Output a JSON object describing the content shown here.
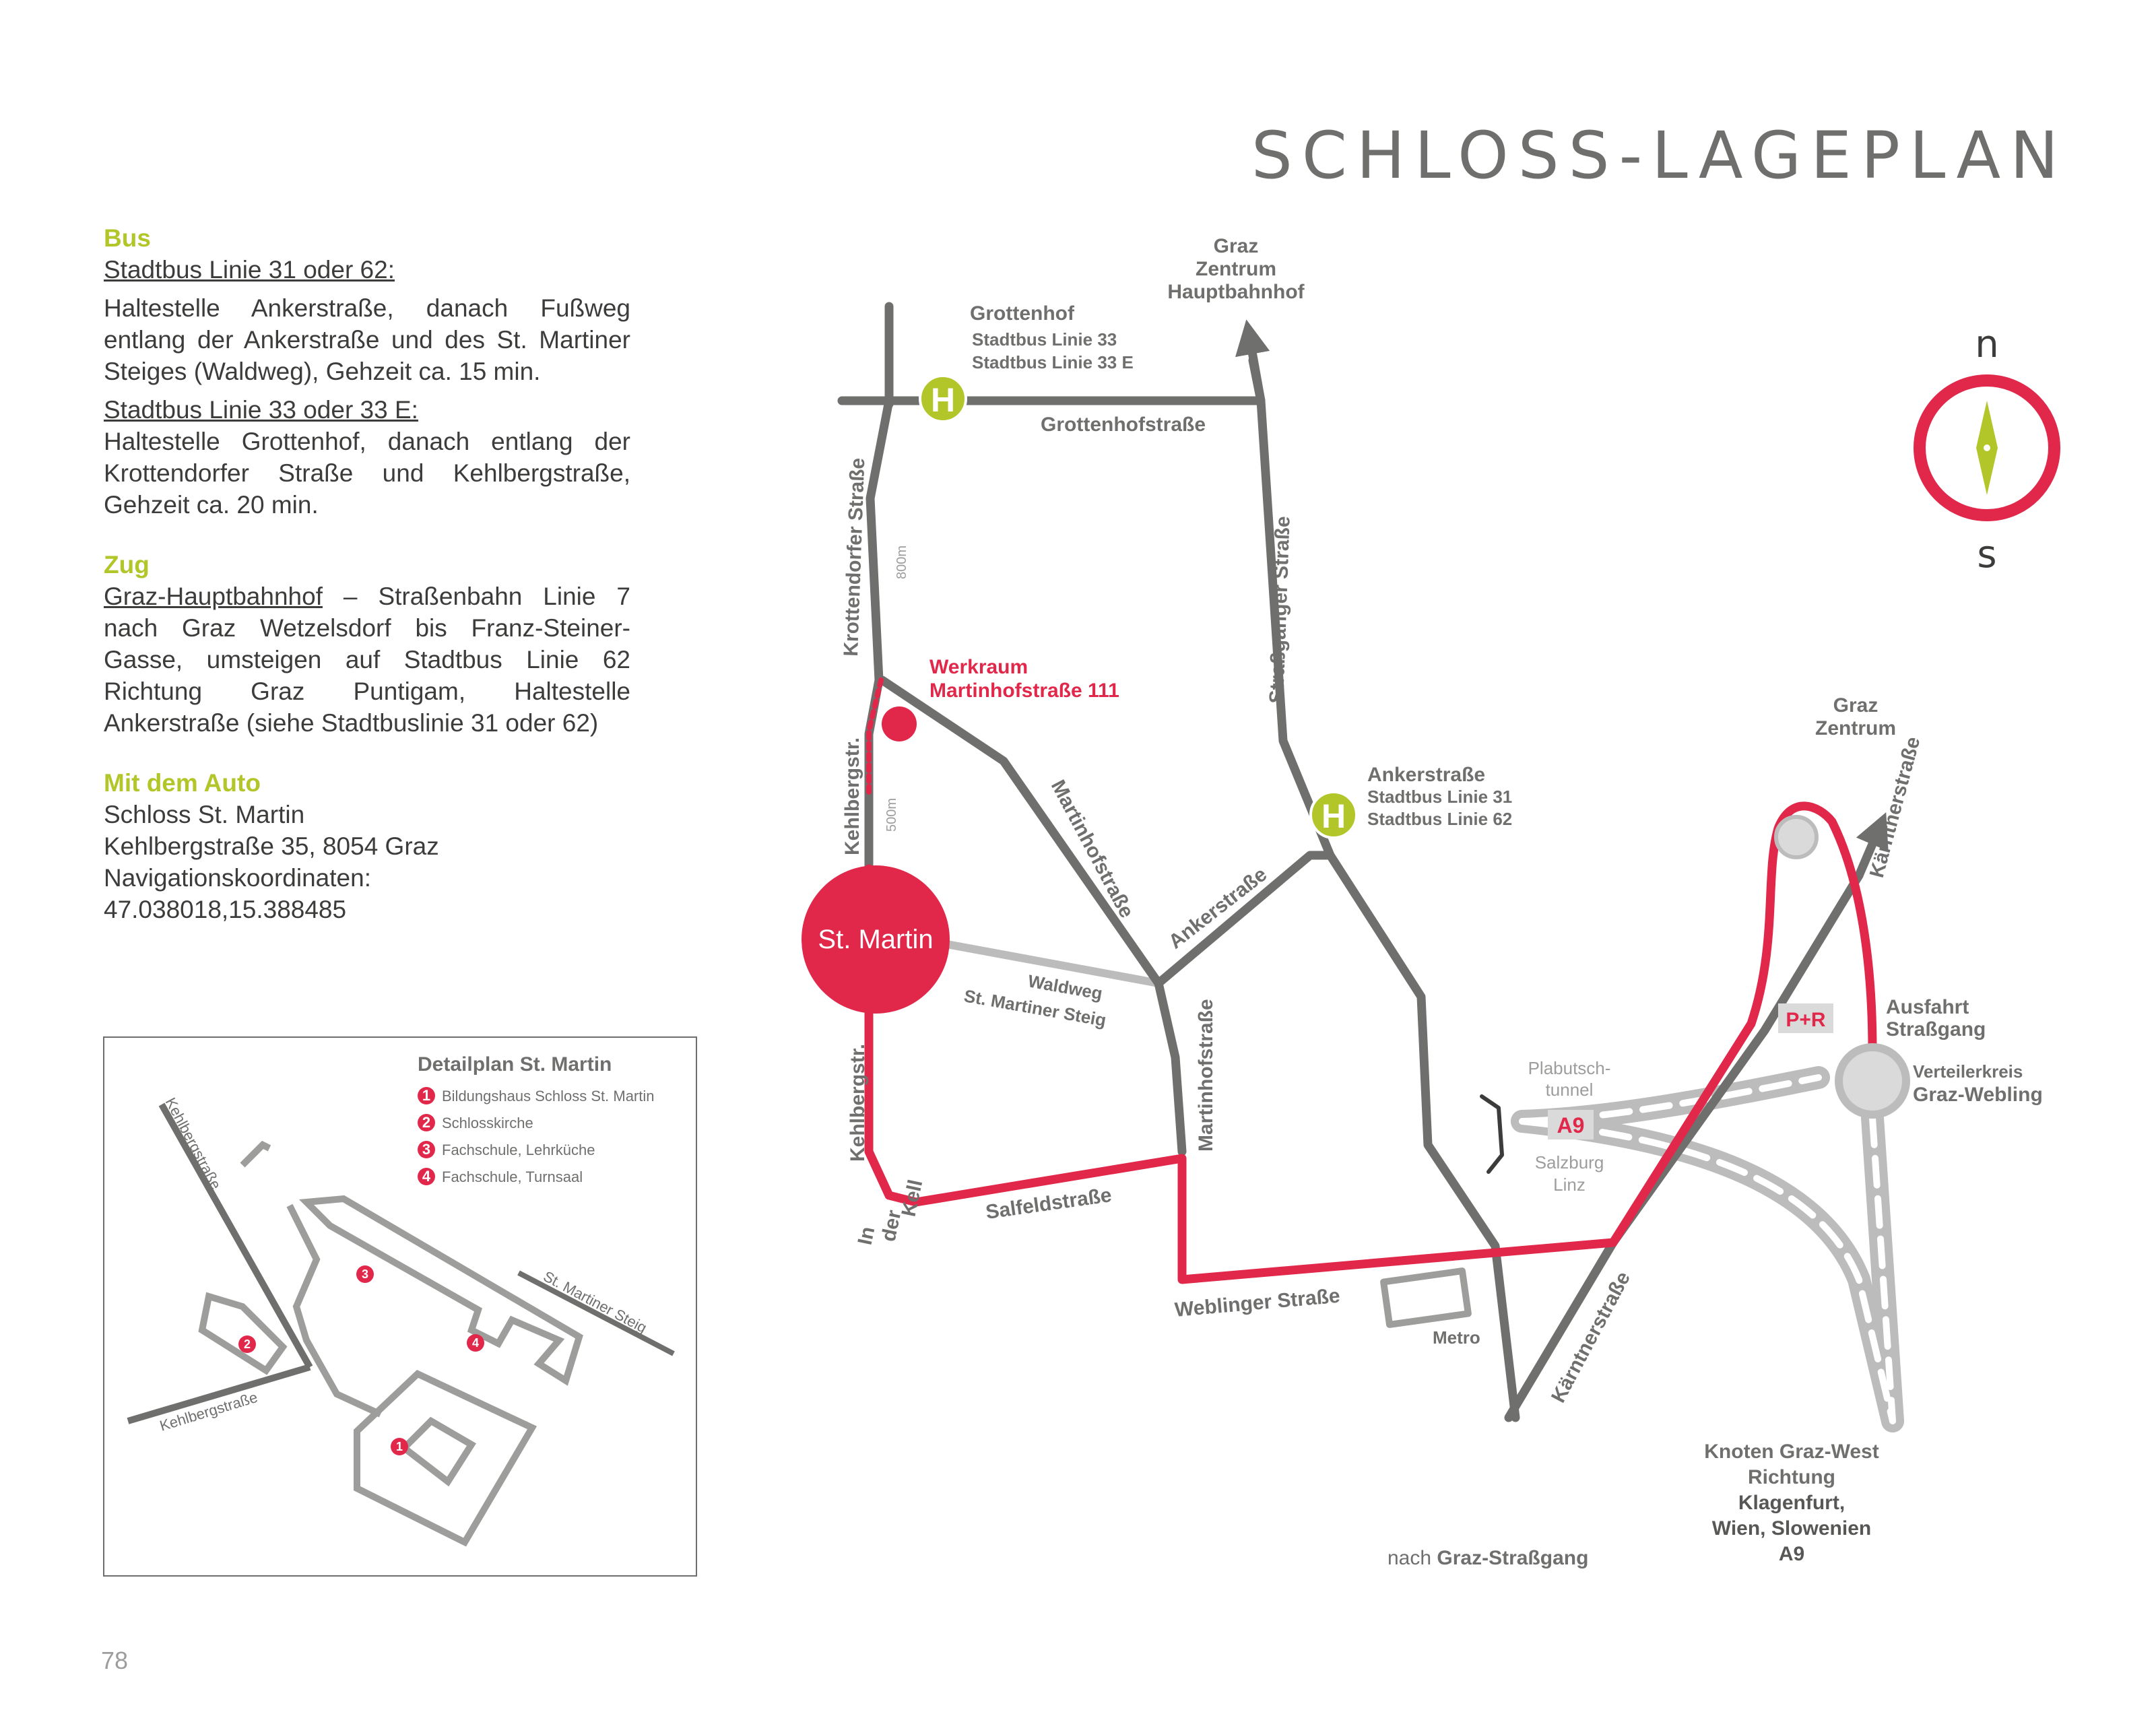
{
  "page_title": "SCHLOSS-LAGEPLAN",
  "page_number": "78",
  "info": {
    "bus_heading": "Bus",
    "bus_line1_title": "Stadtbus Linie 31 oder 62:",
    "bus_line1_text": "Haltestelle Ankerstraße, danach Fußweg entlang der Ankerstraße und des St. Martiner Steiges (Waldweg), Gehzeit ca. 15 min.",
    "bus_line2_title": "Stadtbus Linie 33 oder 33 E:",
    "bus_line2_text": "Haltestelle Grottenhof, danach entlang der Krottendorfer Straße und Kehlbergstraße, Gehzeit ca. 20 min.",
    "train_heading": "Zug",
    "train_link": "Graz-Hauptbahnhof",
    "train_text": " – Straßenbahn Linie 7 nach Graz Wetzelsdorf bis Franz-Steiner-Gasse, umsteigen auf Stadtbus Linie 62 Richtung Graz Puntigam, Haltestelle Ankerstraße (siehe Stadtbuslinie 31 oder 62)",
    "car_heading": "Mit dem Auto",
    "car_lines": [
      "Schloss St. Martin",
      "Kehlbergstraße 35, 8054 Graz",
      "Navigationskoordinaten:",
      "47.038018,15.388485"
    ]
  },
  "detail_plan": {
    "title": "Detailplan St. Martin",
    "legend": [
      {
        "num": "1",
        "label": "Bildungshaus Schloss St. Martin"
      },
      {
        "num": "2",
        "label": "Schlosskirche"
      },
      {
        "num": "3",
        "label": "Fachschule, Lehrküche"
      },
      {
        "num": "4",
        "label": "Fachschule, Turnsaal"
      }
    ],
    "street_kehlberg_top": "Kehlbergstraße",
    "street_kehlberg_bottom": "Kehlbergstraße",
    "street_steig": "St. Martiner Steig"
  },
  "map": {
    "compass_n": "n",
    "compass_s": "s",
    "dest_graz_zentrum_hbf": [
      "Graz",
      "Zentrum",
      "Hauptbahnhof"
    ],
    "dest_graz_zentrum_east": [
      "Graz",
      "Zentrum"
    ],
    "stop_grottenhof": "Grottenhof",
    "stop_grottenhof_lines": [
      "Stadtbus Linie 33",
      "Stadtbus Linie 33 E"
    ],
    "stop_ankerstrasse": "Ankerstraße",
    "stop_ankerstrasse_lines": [
      "Stadtbus Linie 31",
      "Stadtbus Linie 62"
    ],
    "bus_stop_symbol": "H",
    "werkraum": [
      "Werkraum",
      "Martinhofstraße 111"
    ],
    "st_martin": "St. Martin",
    "dist_800": "800m",
    "dist_500": "500m",
    "street_grottenhofstrasse": "Grottenhofstraße",
    "street_krottendorfer": "Krottendorfer Straße",
    "street_strassganger": "Straßganger Straße",
    "street_kehlbergstr_top": "Kehlbergstr.",
    "street_kehlbergstr_bottom": "Kehlbergstr.",
    "street_martinhofstrasse_diag": "Martinhofstraße",
    "street_martinhofstrasse_vert": "Martinhofstraße",
    "street_ankerstrasse": "Ankerstraße",
    "waldweg": [
      "Waldweg",
      "St. Martiner Steig"
    ],
    "street_salfeld": "Salfeldstraße",
    "street_in_der_kell": [
      "In",
      "der",
      "Kell"
    ],
    "street_weblinger": "Weblinger Straße",
    "metro": "Metro",
    "street_kaerntner_upper": "Kärntnerstraße",
    "street_kaerntner_lower": "Kärntnerstraße",
    "plabutsch": [
      "Plabutsch-",
      "tunnel"
    ],
    "a9": "A9",
    "salzburg_linz": [
      "Salzburg",
      "Linz"
    ],
    "park_ride": "P+R",
    "ausfahrt": [
      "Ausfahrt",
      "Straßgang"
    ],
    "verteilerkreis": [
      "Verteilerkreis",
      "Graz-Webling"
    ],
    "knoten": [
      "Knoten Graz-West",
      "Richtung",
      "Klagenfurt,",
      "Wien, Slowenien",
      "A9"
    ],
    "nach_prefix": "nach ",
    "nach_dest": "Graz-Straßgang"
  },
  "colors": {
    "route_red": "#e1284b",
    "road_grey": "#6f6f6e",
    "light_grey": "#bdbcbc",
    "bus_green": "#b2c529"
  }
}
